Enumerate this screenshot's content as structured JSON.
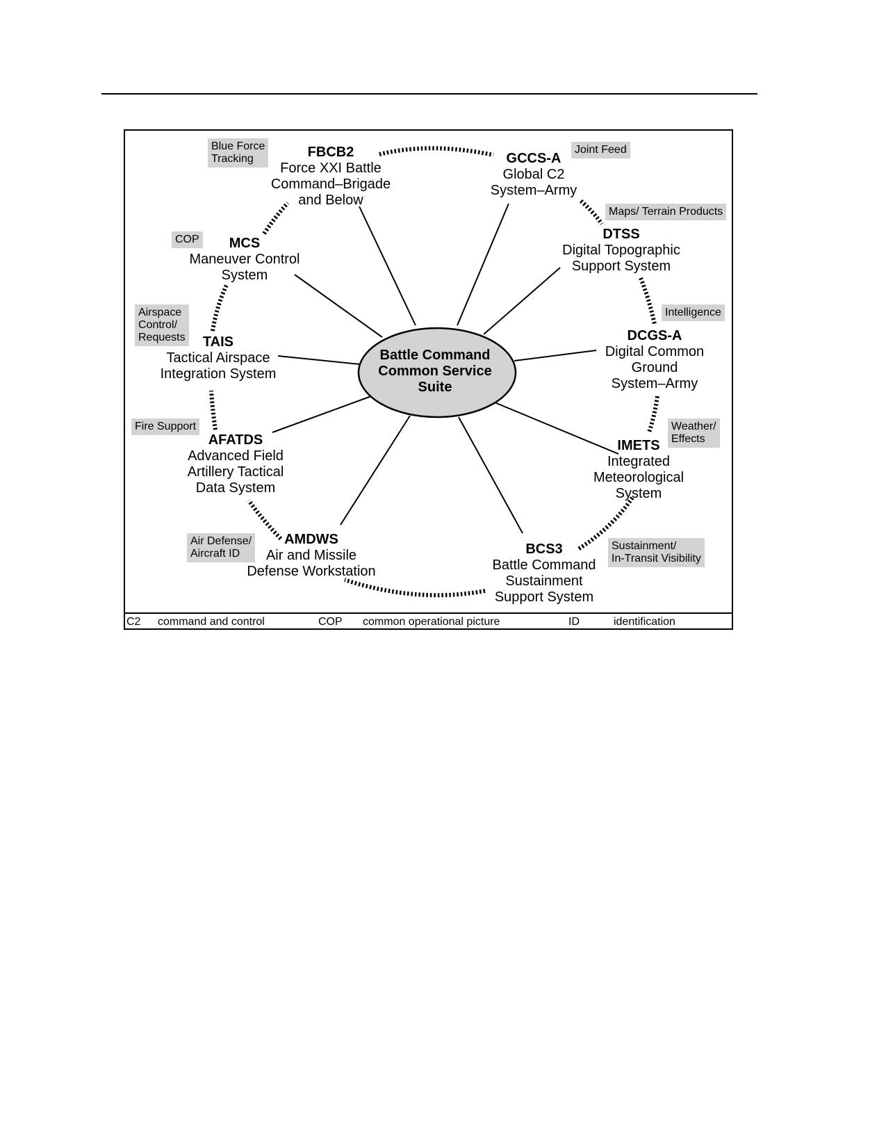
{
  "diagram": {
    "hub": "Battle Command\nCommon Service\nSuite",
    "nodes": [
      {
        "abbr": "FBCB2",
        "full": "Force XXI Battle\nCommand–Brigade\nand Below"
      },
      {
        "abbr": "GCCS-A",
        "full": "Global C2\nSystem–Army"
      },
      {
        "abbr": "DTSS",
        "full": "Digital Topographic\nSupport System"
      },
      {
        "abbr": "DCGS-A",
        "full": "Digital Common\nGround\nSystem–Army"
      },
      {
        "abbr": "IMETS",
        "full": "Integrated\nMeteorological\nSystem"
      },
      {
        "abbr": "BCS3",
        "full": "Battle Command\nSustainment\nSupport System"
      },
      {
        "abbr": "AMDWS",
        "full": "Air and Missile\nDefense Workstation"
      },
      {
        "abbr": "AFATDS",
        "full": "Advanced Field\nArtillery Tactical\nData System"
      },
      {
        "abbr": "TAIS",
        "full": "Tactical Airspace\nIntegration System"
      },
      {
        "abbr": "MCS",
        "full": "Maneuver Control\nSystem"
      }
    ],
    "tags": [
      "Blue Force\nTracking",
      "Joint Feed",
      "Maps/ Terrain Products",
      "COP",
      "Intelligence",
      "Airspace\nControl/\nRequests",
      "Fire Support",
      "Weather/\nEffects",
      "Air Defense/\nAircraft ID",
      "Sustainment/\nIn-Transit Visibility"
    ]
  },
  "glossary": [
    {
      "term": "C2",
      "definition": "command and control"
    },
    {
      "term": "COP",
      "definition": "common operational picture"
    },
    {
      "term": "ID",
      "definition": "identification"
    }
  ]
}
